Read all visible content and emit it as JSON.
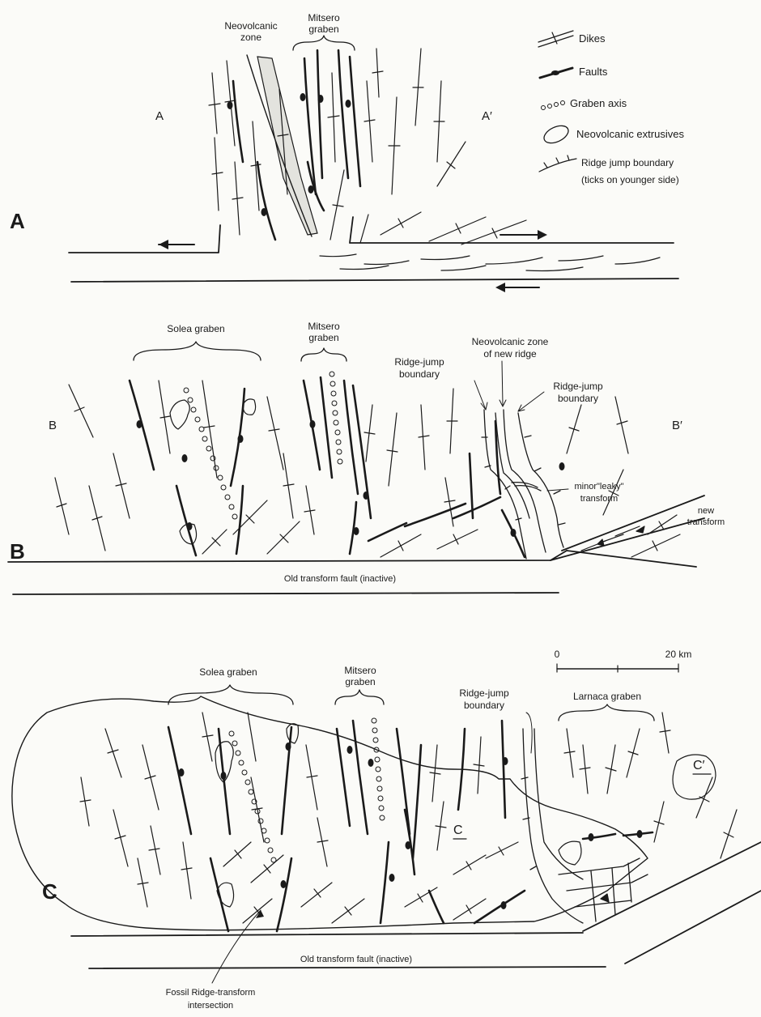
{
  "legend": {
    "dikes": "Dikes",
    "faults": "Faults",
    "graben_axis": "Graben axis",
    "neovolcanic": "Neovolcanic extrusives",
    "ridge_jump_1": "Ridge jump boundary",
    "ridge_jump_2": "(ticks on younger side)"
  },
  "panel_a": {
    "letter": "A",
    "neovolcanic_1": "Neovolcanic",
    "neovolcanic_2": "zone",
    "mitsero_1": "Mitsero",
    "mitsero_2": "graben",
    "section_left": "A",
    "section_right": "A′"
  },
  "panel_b": {
    "letter": "B",
    "solea": "Solea graben",
    "mitsero_1": "Mitsero",
    "mitsero_2": "graben",
    "neo_1": "Neovolcanic zone",
    "neo_2": "of new ridge",
    "rj_left_1": "Ridge-jump",
    "rj_left_2": "boundary",
    "rj_right_1": "Ridge-jump",
    "rj_right_2": "boundary",
    "leaky_1": "minor\"leaky\"",
    "leaky_2": "transform",
    "new_transform_1": "new",
    "new_transform_2": "transform",
    "section_left": "B",
    "section_right": "B′",
    "old_transform": "Old transform fault (inactive)"
  },
  "panel_c": {
    "letter": "C",
    "scale_zero": "0",
    "scale_end": "20 km",
    "solea": "Solea graben",
    "mitsero_1": "Mitsero",
    "mitsero_2": "graben",
    "rj_1": "Ridge-jump",
    "rj_2": "boundary",
    "larnaca": "Larnaca graben",
    "section_c": "C",
    "section_c_prime": "C′",
    "old_transform": "Old transform fault (inactive)",
    "fossil_1": "Fossil Ridge-transform",
    "fossil_2": "intersection"
  }
}
